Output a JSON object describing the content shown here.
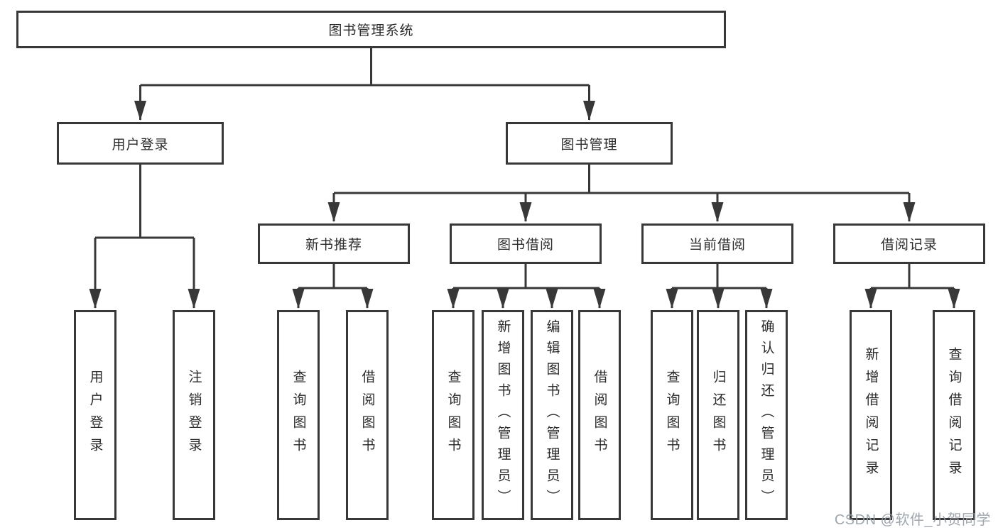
{
  "diagram": {
    "root": {
      "label": "图书管理系统"
    },
    "branches": [
      {
        "label": "用户登录",
        "children": [
          {
            "label": "用户登录"
          },
          {
            "label": "注销登录"
          }
        ]
      },
      {
        "label": "图书管理",
        "children": [
          {
            "label": "新书推荐",
            "children": [
              {
                "label": "查询图书"
              },
              {
                "label": "借阅图书"
              }
            ]
          },
          {
            "label": "图书借阅",
            "children": [
              {
                "label": "查询图书"
              },
              {
                "label": "新增图书（管理员）"
              },
              {
                "label": "编辑图书（管理员）"
              },
              {
                "label": "借阅图书"
              }
            ]
          },
          {
            "label": "当前借阅",
            "children": [
              {
                "label": "查询图书"
              },
              {
                "label": "归还图书"
              },
              {
                "label": "确认归还（管理员）"
              }
            ]
          },
          {
            "label": "借阅记录",
            "children": [
              {
                "label": "新增借阅记录"
              },
              {
                "label": "查询借阅记录"
              }
            ]
          }
        ]
      }
    ]
  },
  "watermark": {
    "text": "CSDN @软件_小贺同学"
  },
  "colors": {
    "line": "#383838",
    "box_border": "#383838",
    "text": "#2b2b2b",
    "background": "#ffffff",
    "watermark": "#989ea6"
  }
}
